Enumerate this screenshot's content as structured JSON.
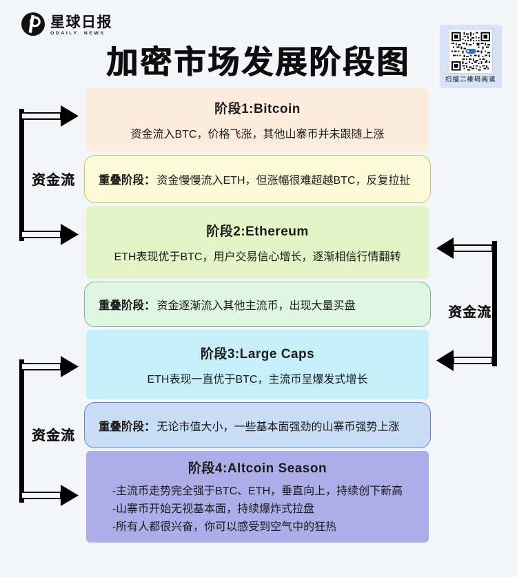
{
  "page": {
    "background": "#F4F5F9"
  },
  "header": {
    "logo": {
      "brand_cn": "星球日报",
      "brand_en": "ODAILY. NEWS"
    },
    "title": "加密市场发展阶段图",
    "qr_caption": "扫描二维码阅读"
  },
  "flow_arrows": {
    "left_top_label": "资金流",
    "left_bottom_label": "资金流",
    "right_label": "资金流"
  },
  "stages": [
    {
      "kind": "stage",
      "title": "阶段1:Bitcoin",
      "body": "资金流入BTC，价格飞涨，其他山寨币并未跟随上涨",
      "bg": "#FCECDB"
    },
    {
      "kind": "overlap",
      "label": "重叠阶段：",
      "body": "资金慢慢流入ETH，但涨幅很难超越BTC，反复拉扯",
      "bg": "#FAFAD7",
      "border": "#BCC56E"
    },
    {
      "kind": "stage",
      "title": "阶段2:Ethereum",
      "body": "ETH表现优于BTC，用户交易信心增长，逐渐相信行情翻转",
      "bg": "#E3F4C6"
    },
    {
      "kind": "overlap",
      "label": "重叠阶段：",
      "body": "资金逐渐流入其他主流币，出现大量买盘",
      "bg": "#DFF6E3",
      "border": "#6FBE82"
    },
    {
      "kind": "stage",
      "title": "阶段3:Large Caps",
      "body": "ETH表现一直优于BTC，主流币呈爆发式增长",
      "bg": "#C6EFF9"
    },
    {
      "kind": "overlap",
      "label": "重叠阶段：",
      "body": "无论市值大小，一些基本面强劲的山寨币强势上涨",
      "bg": "#CADDF7",
      "border": "#5D80D5"
    },
    {
      "kind": "stage",
      "title": "阶段4:Altcoin Season",
      "bullets": [
        "-主流币走势完全强于BTC、ETH，垂直向上，持续创下新高",
        "-山寨币开始无视基本面，持续爆炸式拉盘",
        "-所有人都很兴奋，你可以感受到空气中的狂热"
      ],
      "bg": "#ACAEE9"
    }
  ]
}
